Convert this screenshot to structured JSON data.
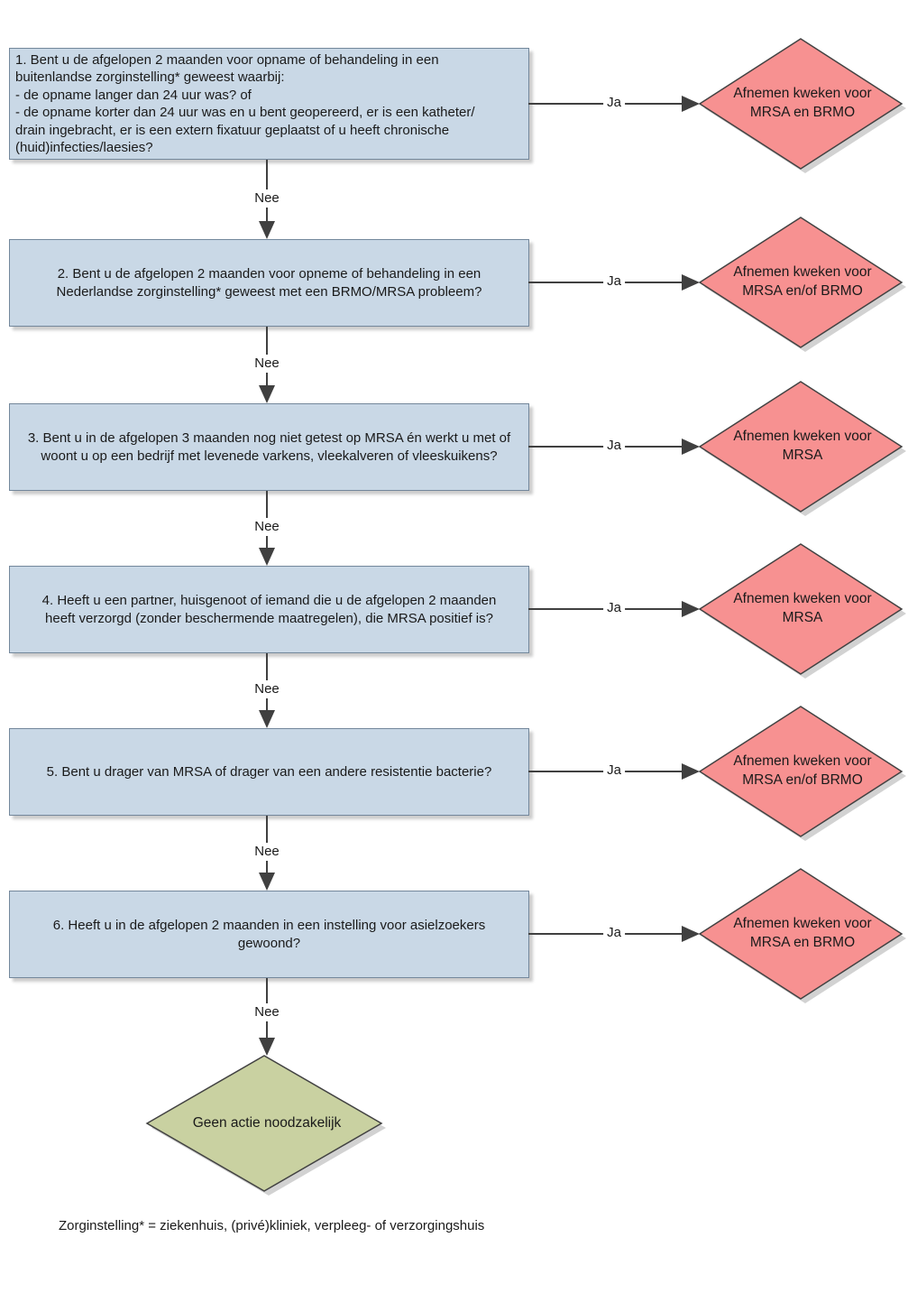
{
  "colors": {
    "question_fill": "#c9d8e6",
    "question_border": "#73879b",
    "outcome_fill": "#f79191",
    "final_fill": "#c9d1a1",
    "diamond_border": "#424242",
    "arrow": "#404040"
  },
  "questions": [
    {
      "id": "1",
      "text": "1. Bent u de afgelopen 2 maanden voor opname of behandeling in een\nbuitenlandse zorginstelling* geweest waarbij:\n- de opname langer dan 24 uur was? of\n- de opname korter dan 24 uur was en u bent geopereerd, er is een katheter/\ndrain ingebracht, er is een extern fixatuur geplaatst of u heeft chronische\n(huid)infecties/laesies?",
      "yes_label": "Ja",
      "no_label": "Nee",
      "outcome": "Afnemen kweken voor MRSA en BRMO"
    },
    {
      "id": "2",
      "text": "2. Bent u de afgelopen 2 maanden voor opneme of behandeling in een\nNederlandse zorginstelling* geweest met een BRMO/MRSA probleem?",
      "yes_label": "Ja",
      "no_label": "Nee",
      "outcome": "Afnemen kweken voor MRSA en/of BRMO"
    },
    {
      "id": "3",
      "text": "3. Bent u in de afgelopen 3 maanden nog niet getest op MRSA én werkt u met of\nwoont u op een bedrijf met levenede varkens, vleekalveren of vleeskuikens?",
      "yes_label": "Ja",
      "no_label": "Nee",
      "outcome": "Afnemen kweken voor MRSA"
    },
    {
      "id": "4",
      "text": "4. Heeft u een partner, huisgenoot of iemand die u de afgelopen 2 maanden\nheeft verzorgd (zonder beschermende maatregelen), die MRSA positief is?",
      "yes_label": "Ja",
      "no_label": "Nee",
      "outcome": "Afnemen kweken voor MRSA"
    },
    {
      "id": "5",
      "text": "5. Bent u drager van MRSA of drager van een andere resistentie bacterie?",
      "yes_label": "Ja",
      "no_label": "Nee",
      "outcome": "Afnemen kweken voor MRSA en/of BRMO"
    },
    {
      "id": "6",
      "text": "6. Heeft u in de afgelopen 2 maanden in een instelling voor asielzoekers\ngewoond?",
      "yes_label": "Ja",
      "no_label": "Nee",
      "outcome": "Afnemen kweken voor MRSA en BRMO"
    }
  ],
  "final_node": {
    "text": "Geen actie noodzakelijk"
  },
  "footnote": "Zorginstelling* = ziekenhuis, (privé)kliniek, verpleeg- of verzorgingshuis"
}
